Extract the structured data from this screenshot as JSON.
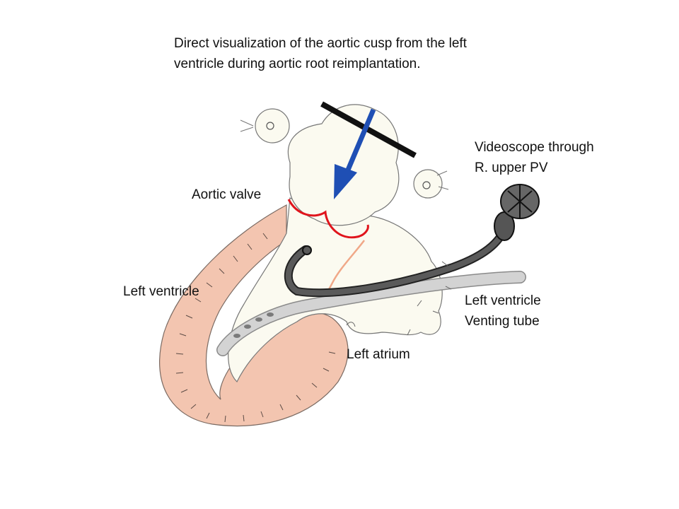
{
  "title": {
    "line1": "Direct visualization of the aortic cusp from the left",
    "line2": "ventricle during aortic root reimplantation."
  },
  "labels": {
    "aortic_valve": "Aortic valve",
    "left_ventricle": "Left ventricle",
    "left_atrium": "Left atrium",
    "videoscope_line1": "Videoscope through",
    "videoscope_line2": "R. upper PV",
    "vent_line1": "Left ventricle",
    "vent_line2": "Venting tube"
  },
  "colors": {
    "valve_cusp": "#e0141c",
    "arrow": "#1f4fb4",
    "clamp": "#111111",
    "ventricle_wall": "#f2c2ad",
    "heart_fill": "#fbfaf0",
    "tube": "#c9c9c9",
    "scope": "#555555"
  }
}
